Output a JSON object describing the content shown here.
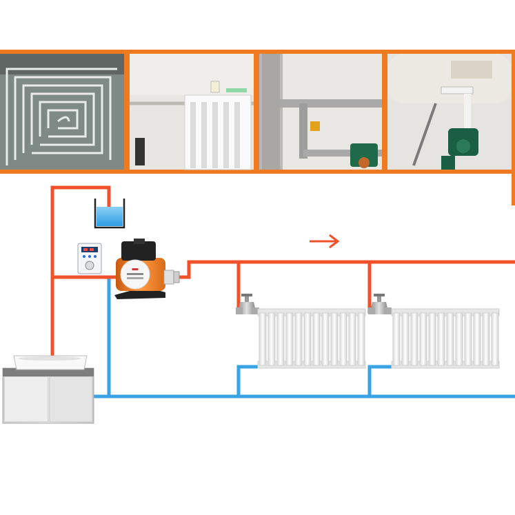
{
  "photos": [
    {
      "subject": "floor-heating-pipe-coil"
    },
    {
      "subject": "white-radiator-on-wall"
    },
    {
      "subject": "pipework-with-circulation-pump"
    },
    {
      "subject": "water-heater-with-pump"
    }
  ],
  "colors": {
    "hot_pipe": "#f0502a",
    "return_pipe": "#3aa3e3",
    "photo_border": "#f07a20",
    "pump_body": "#f07a1e",
    "pump_head": "#222222",
    "radiator": "#f1f1f1",
    "water": "#4fb3ea"
  },
  "icons": {
    "flow_arrow": "arrow-right-icon",
    "valve": "gate-valve-icon",
    "controller": "thermostat-controller-icon",
    "tank": "expansion-tank-icon",
    "boiler": "boiler-cabinet-icon",
    "pump": "circulation-pump-icon"
  }
}
